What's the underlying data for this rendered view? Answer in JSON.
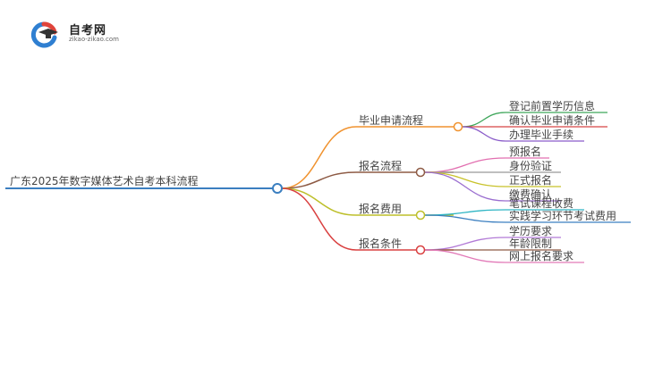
{
  "logo": {
    "title": "自考网",
    "subtitle": "zikao-zikao.com",
    "icon": "graduation-cap-icon"
  },
  "mindmap": {
    "root": "广东2025年数字媒体艺术自考本科流程",
    "branches": [
      {
        "label": "毕业申请流程",
        "color": "#f0922e",
        "leaves": [
          {
            "label": "登记前置学历信息",
            "color": "#3ea65a"
          },
          {
            "label": "确认毕业申请条件",
            "color": "#d64545"
          },
          {
            "label": "办理毕业手续",
            "color": "#8a5cc9"
          }
        ]
      },
      {
        "label": "报名流程",
        "color": "#8d5a44",
        "leaves": [
          {
            "label": "预报名",
            "color": "#e26fb0"
          },
          {
            "label": "身份验证",
            "color": "#999999"
          },
          {
            "label": "正式报名",
            "color": "#c8c22a"
          },
          {
            "label": "缴费确认",
            "color": "#9b6fd0"
          }
        ]
      },
      {
        "label": "报名费用",
        "color": "#bdbf2a",
        "leaves": [
          {
            "label": "笔试课程收费",
            "color": "#2fb5c4"
          },
          {
            "label": "实践学习环节考试费用",
            "color": "#3b7fc0"
          }
        ]
      },
      {
        "label": "报名条件",
        "color": "#d94040",
        "leaves": [
          {
            "label": "学历要求",
            "color": "#b27ad6"
          },
          {
            "label": "年龄限制",
            "color": "#8d5a44"
          },
          {
            "label": "网上报名要求",
            "color": "#e27ab8"
          }
        ]
      }
    ]
  },
  "colors": {
    "root": "#3b7fc0",
    "text": "#444444"
  }
}
